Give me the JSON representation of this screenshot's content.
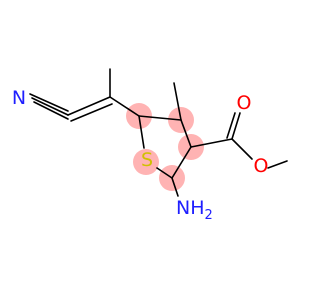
{
  "atoms": {
    "nitrile_n": {
      "text": "N",
      "color": "#1f1fff"
    },
    "ester_carbonyl_o": {
      "text": "O",
      "color": "#ff0000"
    },
    "ester_ether_o": {
      "text": "O",
      "color": "#ff0000"
    },
    "ring_s": {
      "text": "S",
      "color": "#d0c000"
    },
    "amine": {
      "text": "NH",
      "subscript": "2",
      "color": "#1f1fff"
    }
  },
  "aromatic_highlight_color": "#ffb3b3"
}
